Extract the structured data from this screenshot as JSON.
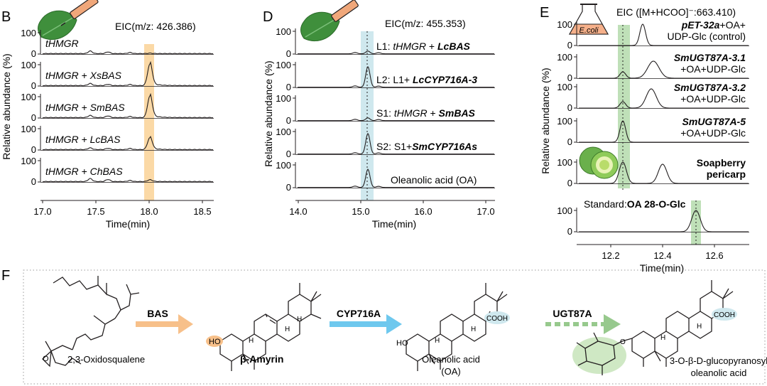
{
  "panels": {
    "B": {
      "letter": "B",
      "eic": "EIC(m/z: 426.386)",
      "xlabel": "Time(min)",
      "ylabel": "Relative abundance (%)",
      "xticks": [
        "17.0",
        "17.5",
        "18.0",
        "18.5"
      ],
      "yticks": [
        "100",
        "0"
      ],
      "traces": [
        {
          "label_a": "tHMGR",
          "label_b": ""
        },
        {
          "label_a": "tHMGR",
          "label_b": " + XsBAS"
        },
        {
          "label_a": "tHMGR",
          "label_b": " + SmBAS"
        },
        {
          "label_a": "tHMGR",
          "label_b": " + LcBAS"
        },
        {
          "label_a": "tHMGR",
          "label_b": " + ChBAS"
        }
      ]
    },
    "D": {
      "letter": "D",
      "eic": "EIC(m/z: 455.353)",
      "xlabel": "Time(min)",
      "ylabel": "Relative abundance (%)",
      "xticks": [
        "14.0",
        "15.0",
        "16.0",
        "17.0"
      ],
      "yticks": [
        "100",
        "0"
      ],
      "traces": [
        {
          "p1": "L1: ",
          "p2": "tHMGR",
          "p3": " + ",
          "p4": "LcBAS"
        },
        {
          "p1": "L2: L1+ ",
          "p2": "",
          "p3": "",
          "p4": "LcCYP716A-3"
        },
        {
          "p1": "S1: ",
          "p2": "tHMGR",
          "p3": " + ",
          "p4": "SmBAS"
        },
        {
          "p1": "S2: S1+",
          "p2": "",
          "p3": "",
          "p4": "SmCYP716As"
        },
        {
          "p1": "Oleanolic acid (OA)",
          "p2": "",
          "p3": "",
          "p4": ""
        }
      ]
    },
    "E": {
      "letter": "E",
      "eic": "EIC ([M+HCOO]⁻:663.410)",
      "ecoli": "E.coli",
      "xlabel": "Time(min)",
      "ylabel": "Relative abundance (%)",
      "xticks": [
        "12.2",
        "12.4",
        "12.6"
      ],
      "yticks": [
        "100",
        "0"
      ],
      "traces": [
        {
          "l1b": "pET-32a",
          "l1": "+OA+",
          "l2": "UDP-Glc (control)"
        },
        {
          "l1b": "SmUGT87A-3.1",
          "l1": "",
          "l2": "+OA+UDP-Glc"
        },
        {
          "l1b": "SmUGT87A-3.2",
          "l1": "",
          "l2": "+OA+UDP-Glc"
        },
        {
          "l1b": "SmUGT87A-5",
          "l1": "",
          "l2": "+OA+UDP-Glc"
        },
        {
          "l1b": "Soapberry",
          "l1": "",
          "l2": "pericarp"
        },
        {
          "l1b": "OA 28-O-Glc",
          "l1": "Standard:",
          "l2": ""
        }
      ]
    },
    "F": {
      "letter": "F",
      "compounds": [
        "2,3-Oxidosqualene",
        "β-Amyrin",
        "Oleanolic acid",
        "(OA)",
        "3-O-β-D-glucopyranosyl",
        "oleanolic acid"
      ],
      "enzymes": [
        "BAS",
        "CYP716A",
        "UGT87A"
      ],
      "groups": {
        "hydroxyl": "HO",
        "carboxyl": "COOH",
        "hydrogen": "H"
      },
      "colors": {
        "bas": "#f7c08a",
        "cyp": "#6ec8ee",
        "ugt": "#97c98d"
      }
    }
  },
  "colors": {
    "orange_band": "#fbd9a6",
    "blue_band": "#cfe8ee",
    "green_band": "#bfe0b8",
    "leaf": "#3f8f3c",
    "syringe": "#f0a77a",
    "flask": "#f6b08a"
  }
}
